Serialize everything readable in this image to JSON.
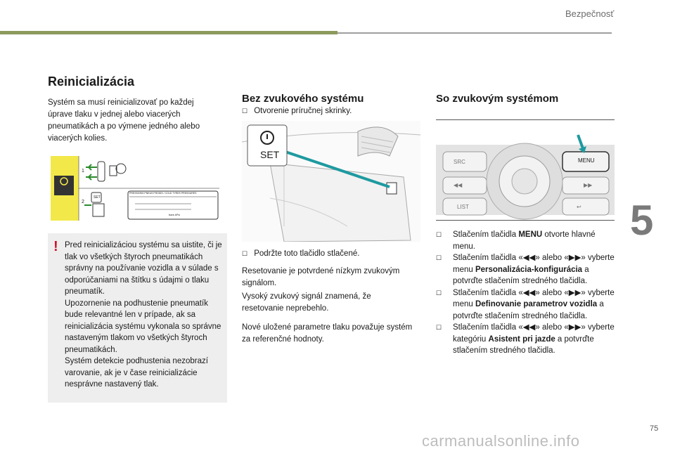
{
  "header": {
    "section_title": "Bezpečnosť",
    "chapter_number": "5",
    "page_number": "75"
  },
  "watermark": "carmanualsonline.info",
  "reset": {
    "title": "Reinicializácia",
    "intro": "Systém sa musí reinicializovať po každej úprave tlaku v jednej alebo viacerých pneumatikách a po výmene jedného alebo viacerých kolies.",
    "figure": {
      "step1": "1",
      "step2": "2",
      "set_label": "SET",
      "label_header": "PRESSIONS PNEUS FROIDS / COLD TYRES PRESSURES",
      "label_footer": "bars   kPa"
    },
    "warning": [
      "Pred reinicializáciou systému sa uistite, či je tlak vo všetkých štyroch pneumatikách správny na používanie vozidla a v súlade s odporúčaniami na štítku s údajmi o tlaku pneumatík.",
      "Upozornenie na podhustenie pneumatík bude relevantné len v prípade, ak sa reinicializácia systému vykonala so správne nastaveným tlakom vo všetkých štyroch pneumatikách.",
      "Systém detekcie podhustenia nezobrazí varovanie, ak je v čase reinicializácie nesprávne nastavený tlak."
    ]
  },
  "no_audio": {
    "title": "Bez zvukového systému",
    "step1": "Otvorenie príručnej skrinky.",
    "set_label": "SET",
    "step2": "Podržte toto tlačidlo stlačené.",
    "p1": "Resetovanie je potvrdené nízkym zvukovým signálom.",
    "p2": "Vysoký zvukový signál znamená, že resetovanie neprebehlo.",
    "p3": "Nové uložené parametre tlaku považuje systém za referenčné hodnoty."
  },
  "audio": {
    "title": "So zvukovým systémom",
    "panel": {
      "src": "SRC",
      "list": "LIST",
      "menu": "MENU"
    },
    "steps": [
      {
        "pre": "Stlačením tlačidla ",
        "bold": "MENU",
        "post": " otvorte hlavné menu."
      },
      {
        "pre": "Stlačením tlačidla «◀◀» alebo «▶▶» vyberte menu ",
        "bold": "Personalizácia-konfigurácia",
        "post": " a potvrďte stlačením stredného tlačidla."
      },
      {
        "pre": "Stlačením tlačidla «◀◀» alebo «▶▶» vyberte menu ",
        "bold": "Definovanie parametrov vozidla",
        "post": " a potvrďte stlačením stredného tlačidla."
      },
      {
        "pre": "Stlačením tlačidla «◀◀» alebo «▶▶» vyberte kategóriu ",
        "bold": "Asistent pri jazde",
        "post": " a potvrďte stlačením stredného tlačidla."
      }
    ]
  },
  "bullet_symbol": "☐"
}
